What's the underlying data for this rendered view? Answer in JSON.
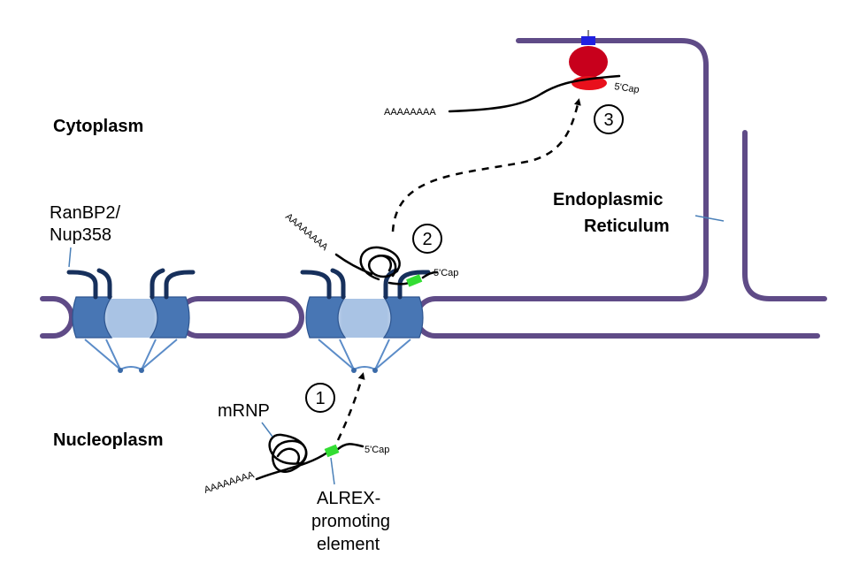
{
  "labels": {
    "cytoplasm": "Cytoplasm",
    "nucleoplasm": "Nucleoplasm",
    "ranbp2_line1": "RanBP2/",
    "ranbp2_line2": "Nup358",
    "er_line1": "Endoplasmic",
    "er_line2": "Reticulum",
    "mrnp": "mRNP",
    "alrex_line1": "ALREX-",
    "alrex_line2": "promoting",
    "alrex_line3": "element"
  },
  "mrna": {
    "polya": "AAAAAAAA",
    "cap": "5'Cap"
  },
  "steps": [
    "1",
    "2",
    "3"
  ],
  "colors": {
    "membrane": "#5f4b87",
    "npc": "#4876b4",
    "npc_channel": "#a9c3e4",
    "fg_filament": "#17305c",
    "alrex_element": "#33dd33",
    "ribosome_large": "#c8001c",
    "ribosome_small": "#e8101c",
    "signal_receptor": "#2020e0",
    "leader_line": "#4a80b8"
  },
  "icons": {
    "nuclear_pore": "nuclear-pore-complex-icon",
    "ribosome": "ribosome-icon",
    "mrnp_knot": "mrnp-knot-icon"
  }
}
